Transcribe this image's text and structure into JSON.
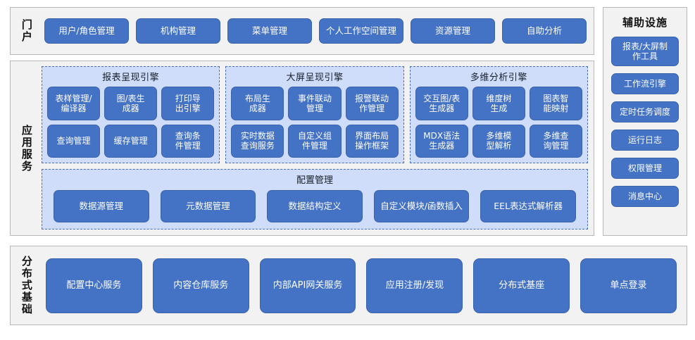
{
  "portal": {
    "label": "门户",
    "items": [
      {
        "label": "用户/角色管理"
      },
      {
        "label": "机构管理"
      },
      {
        "label": "菜单管理"
      },
      {
        "label": "个人工作空间管理"
      },
      {
        "label": "资源管理"
      },
      {
        "label": "自助分析"
      }
    ]
  },
  "aux": {
    "title": "辅助设施",
    "items": [
      {
        "label": "报表/大屏制\n作工具",
        "tall": true
      },
      {
        "label": "工作流引擎",
        "tall": false
      },
      {
        "label": "定时任务调度",
        "tall": false
      },
      {
        "label": "运行日志",
        "tall": false
      },
      {
        "label": "权限管理",
        "tall": false
      },
      {
        "label": "消息中心",
        "tall": false
      }
    ]
  },
  "app_services": {
    "label": "应用服务",
    "engines": [
      {
        "title": "报表呈现引擎",
        "items": [
          {
            "label": "表样管理/\n编译器"
          },
          {
            "label": "图/表生\n成器"
          },
          {
            "label": "打印导\n出引擎"
          },
          {
            "label": "查询管理"
          },
          {
            "label": "缓存管理"
          },
          {
            "label": "查询条\n件管理"
          }
        ]
      },
      {
        "title": "大屏呈现引擎",
        "items": [
          {
            "label": "布局生\n成器"
          },
          {
            "label": "事件联动\n管理"
          },
          {
            "label": "报警联动\n作管理"
          },
          {
            "label": "实时数据\n查询服务"
          },
          {
            "label": "自定义组\n件管理"
          },
          {
            "label": "界面布局\n操作框架"
          }
        ]
      },
      {
        "title": "多维分析引擎",
        "items": [
          {
            "label": "交互图/表\n生成器"
          },
          {
            "label": "维度树\n生成"
          },
          {
            "label": "图表智\n能映射"
          },
          {
            "label": "MDX语法\n生成器"
          },
          {
            "label": "多维模\n型解析"
          },
          {
            "label": "多维查\n询管理"
          }
        ]
      }
    ],
    "config": {
      "title": "配置管理",
      "items": [
        {
          "label": "数据源管理"
        },
        {
          "label": "元数据管理"
        },
        {
          "label": "数据结构定义"
        },
        {
          "label": "自定义模块/函数插入"
        },
        {
          "label": "EEL表达式解析器"
        }
      ]
    }
  },
  "distributed": {
    "label": "分布式基础",
    "items": [
      {
        "label": "配置中心服务"
      },
      {
        "label": "内容仓库服务"
      },
      {
        "label": "内部API网关服务"
      },
      {
        "label": "应用注册/发现"
      },
      {
        "label": "分布式基座"
      },
      {
        "label": "单点登录"
      }
    ]
  },
  "colors": {
    "button_fill": "#4472c4",
    "button_border": "#3a63ad",
    "panel_bg": "#f2f2f2",
    "panel_border": "#b9b9b9",
    "engine_bg": "#cfdcfa",
    "engine_border": "#4a6fb5",
    "text_light": "#ffffff",
    "text_dark": "#111111"
  }
}
